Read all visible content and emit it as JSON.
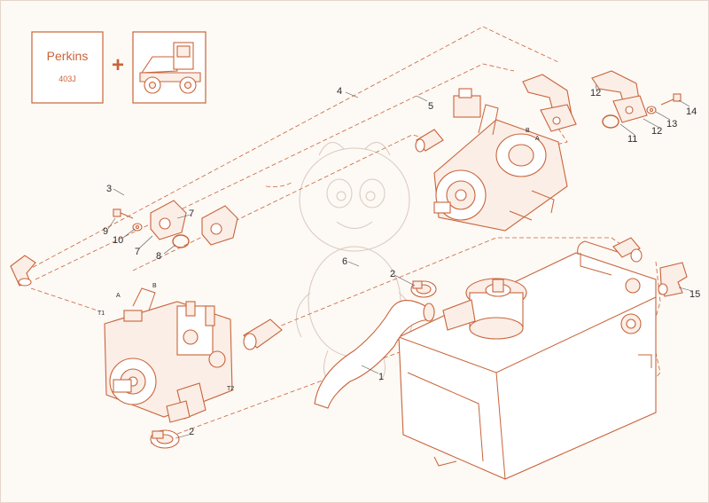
{
  "header": {
    "brand": "Perkins",
    "model": "403J",
    "plus_sign": "+"
  },
  "callouts": {
    "c1": "1",
    "c2a": "2",
    "c2b": "2",
    "c3": "3",
    "c4": "4",
    "c5": "5",
    "c6": "6",
    "c7a": "7",
    "c7b": "7",
    "c8": "8",
    "c9": "9",
    "c10": "10",
    "c11": "11",
    "c12a": "12",
    "c12b": "12",
    "c13": "13",
    "c14": "14",
    "c15": "15"
  },
  "ports": {
    "a_top": "A",
    "b_top": "B",
    "a_pump": "A",
    "b_pump": "B",
    "t1": "T1",
    "t2": "T2"
  },
  "colors": {
    "accent": "#c8643a",
    "background": "#fdf9f5"
  }
}
